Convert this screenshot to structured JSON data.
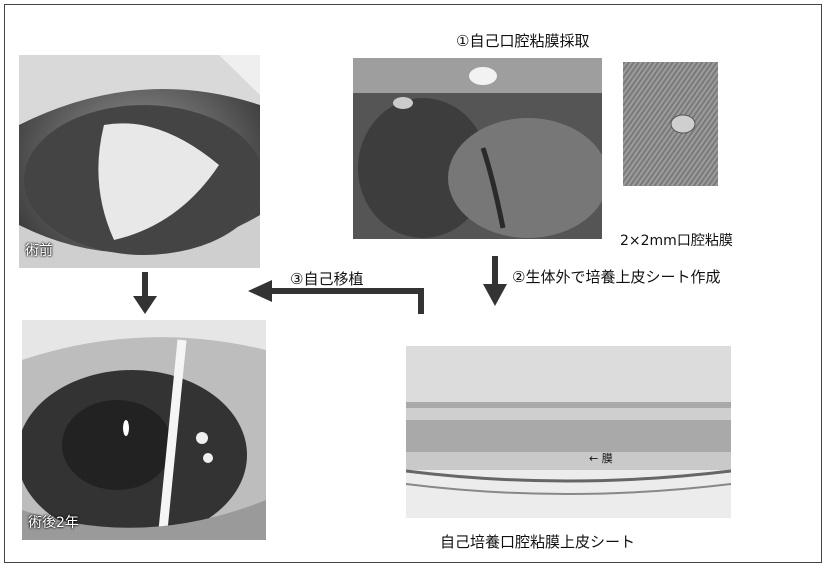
{
  "steps": {
    "step1": "①自己口腔粘膜採取",
    "step2": "②生体外で培養上皮シート作成",
    "step3": "③自己移植"
  },
  "labels": {
    "biopsy_size": "2×2mm口腔粘膜",
    "sheet_caption": "自己培養口腔粘膜上皮シート",
    "preop": "術前",
    "postop": "術後2年",
    "basement_membrane": "← 膜"
  }
}
